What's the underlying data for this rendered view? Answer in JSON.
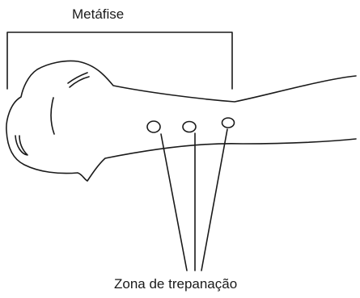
{
  "diagram": {
    "labels": {
      "metaphysis": "Metáfise",
      "trephination_zone": "Zona de trepanação"
    },
    "stroke_color": "#1a1a1a",
    "trephination_hole_count": 3
  }
}
